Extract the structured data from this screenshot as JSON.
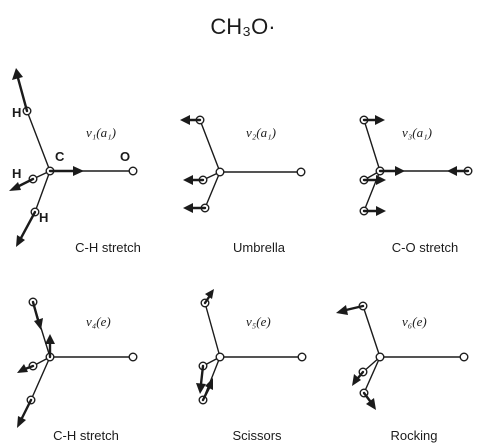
{
  "title": "CH₃O·",
  "atom_labels": {
    "carbon": "C",
    "oxygen": "O",
    "hydrogen": "H"
  },
  "panels": [
    {
      "mode": "ν₁(a₁)",
      "caption": "C-H stretch"
    },
    {
      "mode": "ν₂(a₁)",
      "caption": "Umbrella"
    },
    {
      "mode": "ν₃(a₁)",
      "caption": "C-O stretch"
    },
    {
      "mode": "ν₄(e)",
      "caption": "C-H stretch"
    },
    {
      "mode": "ν₅(e)",
      "caption": "Scissors"
    },
    {
      "mode": "ν₆(e)",
      "caption": "Rocking"
    }
  ]
}
